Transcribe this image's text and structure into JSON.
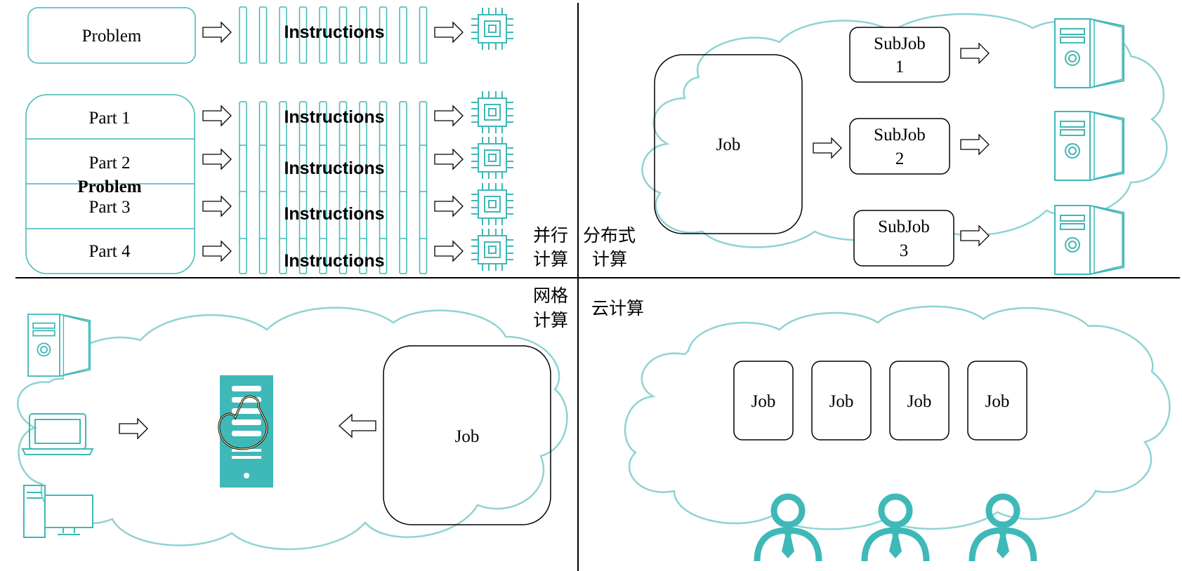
{
  "parallel": {
    "label_line1": "并行",
    "label_line2": "计算",
    "problem": "Problem",
    "instructions": "Instructions",
    "parts": [
      "Part 1",
      "Part 2",
      "Part 3",
      "Part 4"
    ],
    "problem_overlay": "Problem"
  },
  "distributed": {
    "label_line1": "分布式",
    "label_line2": "计算",
    "job": "Job",
    "subjobs": [
      {
        "line1": "SubJob",
        "line2": "1"
      },
      {
        "line1": "SubJob",
        "line2": "2"
      },
      {
        "line1": "SubJob",
        "line2": "3"
      }
    ]
  },
  "grid": {
    "label_line1": "网格",
    "label_line2": "计算",
    "job": "Job"
  },
  "cloud": {
    "label": "云计算",
    "jobs": [
      "Job",
      "Job",
      "Job",
      "Job"
    ]
  },
  "colors": {
    "teal": "#3fb8b8",
    "cloud": "#8fd3d3",
    "ink": "#000000"
  },
  "icons": {
    "chip": "cpu-chip-icon",
    "server": "server-tower-icon",
    "laptop": "laptop-icon",
    "desktop": "desktop-computer-icon",
    "strong_server": "strong-server-icon",
    "user": "user-icon",
    "arrow": "hollow-arrow-icon"
  }
}
